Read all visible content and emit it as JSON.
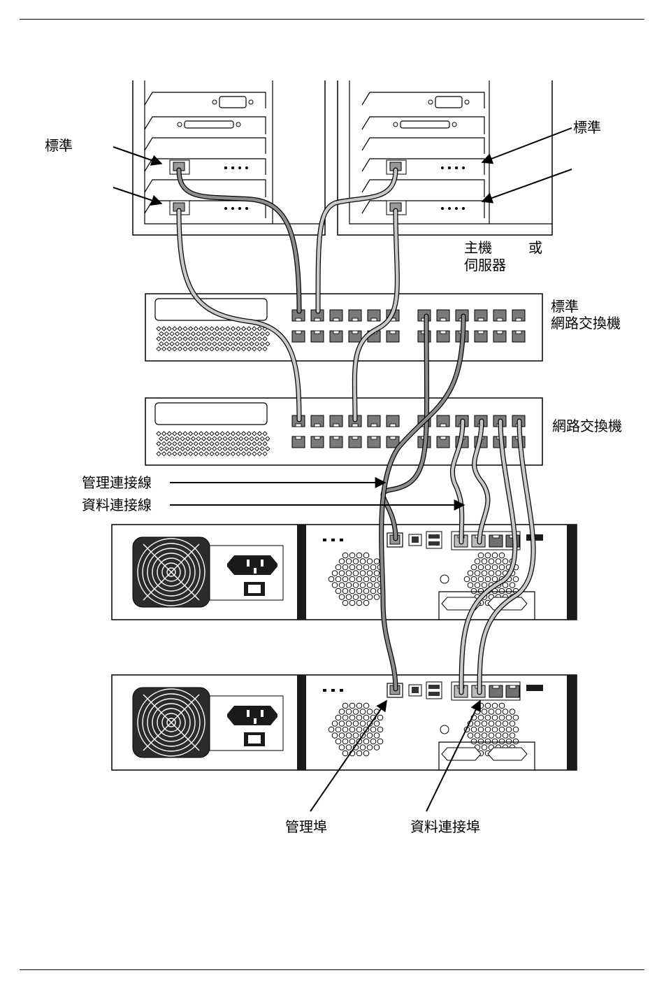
{
  "labels": {
    "standard_left": "標準",
    "standard_right": "標準",
    "host_line1": "主機",
    "host_or": "或",
    "host_line2": "伺服器",
    "switch_standard_line1": "標準",
    "switch_standard_line2": "網路交換機",
    "switch_plain": "網路交換機",
    "mgmt_cable": "管理連接線",
    "data_cable": "資料連接線",
    "mgmt_port": "管理埠",
    "data_port": "資料連接埠"
  },
  "colors": {
    "line": "#000000",
    "mgmt_cable_fill": "#8c8c8c",
    "data_cable_fill": "#c8c8c8",
    "port_dark": "#707070",
    "chassis_dark": "#1a1a1a"
  }
}
